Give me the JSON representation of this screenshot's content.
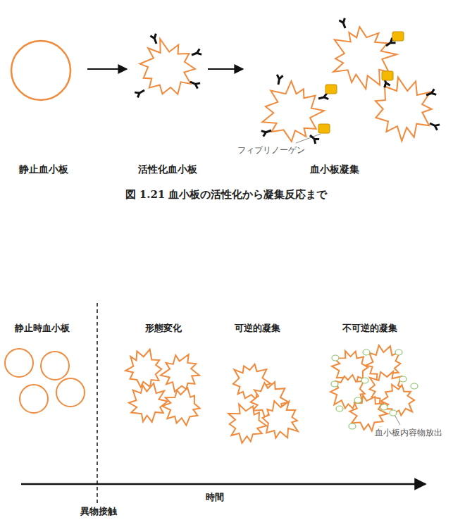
{
  "diagram": {
    "caption": "図 1.21 血小板の活性化から凝集反応まで",
    "nodes": [
      {
        "text": [
          "静止血小板"
        ]
      },
      {
        "text": [
          "活性化血小板"
        ]
      },
      {
        "text": [
          "血小板凝集"
        ]
      }
    ],
    "edges": [
      {
        "from": 0,
        "to": 1,
        "arrow": "to"
      },
      {
        "from": 1,
        "to": 2,
        "arrow": "to"
      }
    ],
    "labels": [
      "フィブリノーゲン",
      "静止時血小板",
      "形態変化",
      "可逆的凝集",
      "不可逆的凝集",
      "血小板内容物放出",
      "時間",
      "異物接触"
    ]
  }
}
